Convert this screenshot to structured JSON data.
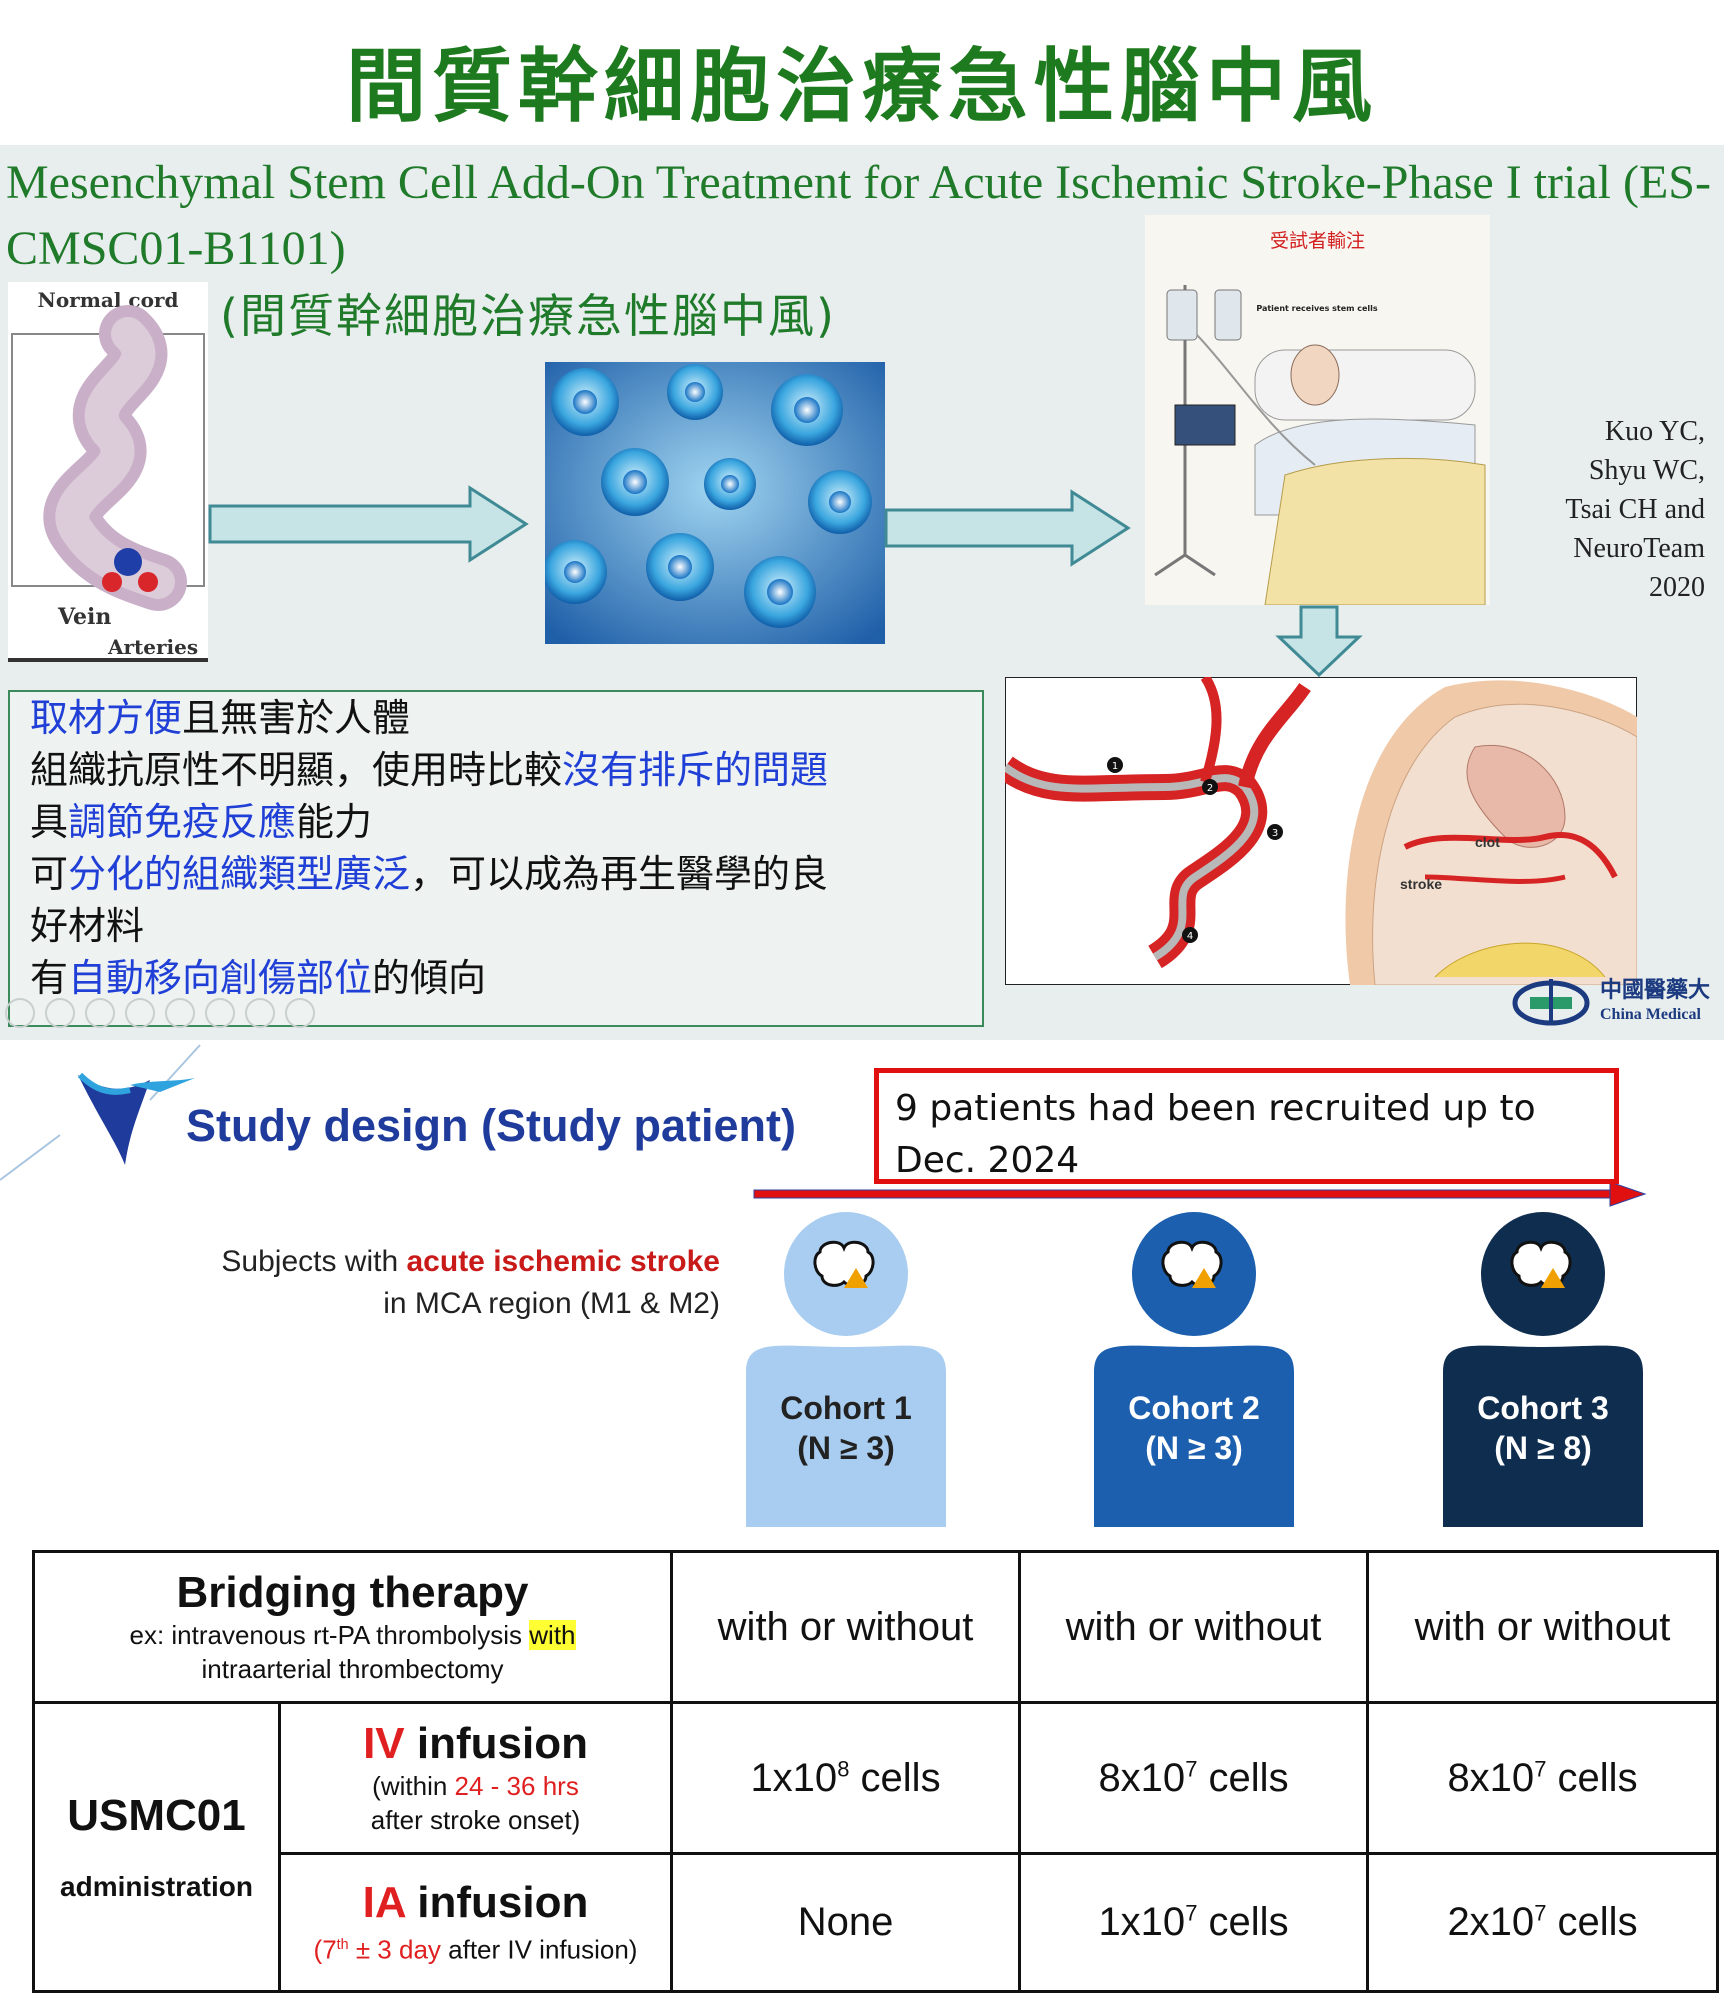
{
  "header": {
    "title": "間質幹細胞治療急性腦中風"
  },
  "slide": {
    "trial_title": "Mesenchymal Stem Cell Add-On Treatment for Acute Ischemic Stroke-Phase I trial (ES-CMSC01-B1101)",
    "trial_subtitle": "(間質幹細胞治療急性腦中風)",
    "cord_labels": {
      "normal": "Normal cord",
      "vein": "Vein",
      "arteries": "Arteries"
    },
    "patient_caption": "受試者輸注",
    "patient_text": "Patient receives stem cells",
    "brain_labels": {
      "clot": "clot",
      "stroke": "stroke",
      "markers": [
        "1",
        "2",
        "3",
        "4"
      ]
    },
    "authors": [
      "Kuo YC,",
      "Shyu WC,",
      "Tsai CH and",
      "NeuroTeam",
      "2020"
    ],
    "benefits": [
      {
        "hl": "取材方便",
        "rest": "且無害於人體"
      },
      {
        "pre": "組織抗原性不明顯，使用時比較",
        "hl": "沒有排斥的問題"
      },
      {
        "pre": "具",
        "hl": "調節免疫反應",
        "rest": "能力"
      },
      {
        "pre": "可",
        "hl": "分化的組織類型廣泛",
        "rest": "，可以成為再生醫學的良"
      },
      {
        "rest": "好材料"
      },
      {
        "pre": "有",
        "hl": "自動移向創傷部位",
        "rest": "的傾向"
      }
    ],
    "logo": {
      "cn": "中國醫藥大",
      "en": "China Medical"
    },
    "colors": {
      "title_green": "#1e7a1e",
      "highlight_blue": "#1f3fd6"
    }
  },
  "study": {
    "title": "Study design (Study patient)",
    "recruit_note_1": "9 patients had been recruited up to",
    "recruit_note_2": "Dec. 2024",
    "subjects_pre": "Subjects with ",
    "subjects_hl": "acute ischemic stroke",
    "subjects_line2": "in MCA region (M1 & M2)",
    "cohorts": [
      {
        "name": "Cohort 1",
        "n": "(N ≥ 3)",
        "color": "#a9cdf0"
      },
      {
        "name": "Cohort 2",
        "n": "(N ≥ 3)",
        "color": "#1b5fae"
      },
      {
        "name": "Cohort 3",
        "n": "(N ≥ 8)",
        "color": "#0f2d4f"
      }
    ]
  },
  "table": {
    "bridging_title": "Bridging therapy",
    "bridging_sub_pre": "ex: intravenous rt-PA thrombolysis ",
    "bridging_sub_hl": "with",
    "bridging_sub_post": "intraarterial thrombectomy",
    "bridging_values": [
      "with or without",
      "with or without",
      "with or without"
    ],
    "drug_name": "USMC01",
    "drug_sub": "administration",
    "iv_prefix": "IV",
    "iv_rest": " infusion",
    "iv_note_1_pre": "(within ",
    "iv_note_1_hl": "24 - 36 hrs",
    "iv_note_2": "after stroke onset)",
    "iv_values": [
      {
        "base": "1x10",
        "exp": "8",
        "unit": " cells"
      },
      {
        "base": "8x10",
        "exp": "7",
        "unit": " cells"
      },
      {
        "base": "8x10",
        "exp": "7",
        "unit": " cells"
      }
    ],
    "ia_prefix": "IA",
    "ia_rest": " infusion",
    "ia_note_pre": "(7",
    "ia_note_sup": "th",
    "ia_note_hl": " ± 3 day",
    "ia_note_post": " after IV infusion)",
    "ia_values": [
      {
        "base": "None",
        "exp": "",
        "unit": ""
      },
      {
        "base": "1x10",
        "exp": "7",
        "unit": " cells"
      },
      {
        "base": "2x10",
        "exp": "7",
        "unit": " cells"
      }
    ]
  }
}
